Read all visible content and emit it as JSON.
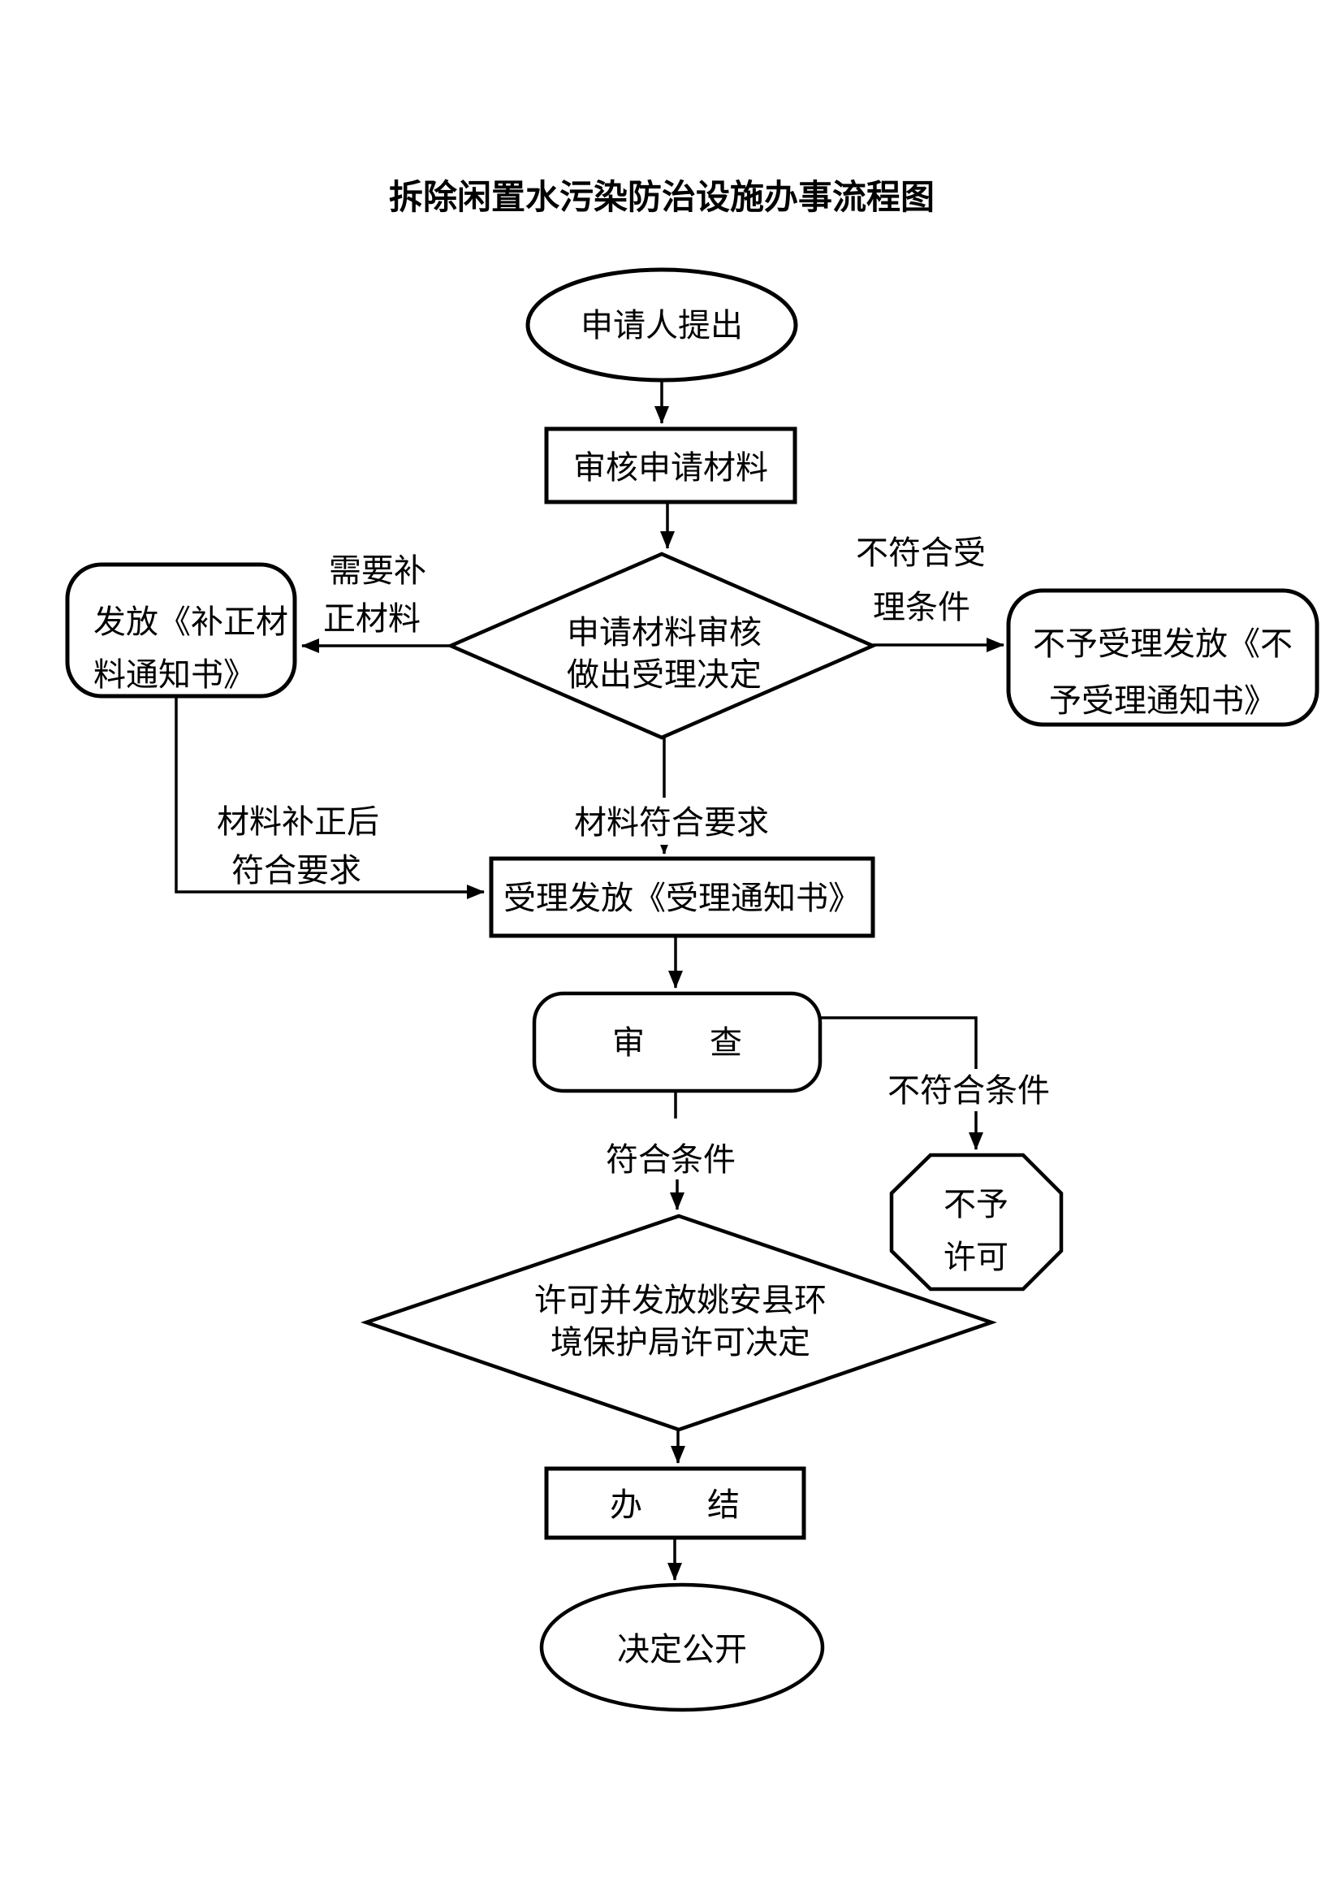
{
  "title": "拆除闲置水污染防治设施办事流程图",
  "nodes": {
    "start": {
      "label": "申请人提出"
    },
    "review_materials": {
      "label": "审核申请材料"
    },
    "acceptance_decision": {
      "line1": "申请材料审核",
      "line2": "做出受理决定"
    },
    "issue_supplement_notice": {
      "line1": "发放《补正材",
      "line2": "料通知书》"
    },
    "reject_notice": {
      "line1": "不予受理发放《不",
      "line2": "予受理通知书》"
    },
    "accept_issue_notice": {
      "label": "受理发放《受理通知书》"
    },
    "review": {
      "label": "审　　查"
    },
    "deny_permit": {
      "line1": "不予",
      "line2": "许可"
    },
    "permit_decision": {
      "line1": "许可并发放姚安县环",
      "line2": "境保护局许可决定"
    },
    "complete": {
      "label": "办　　结"
    },
    "publish": {
      "label": "决定公开"
    }
  },
  "edge_labels": {
    "need_supplement": {
      "line1": "需要补",
      "line2": "正材料"
    },
    "not_meet_acceptance": {
      "line1": "不符合受",
      "line2": "理条件"
    },
    "materials_meet": "材料符合要求",
    "after_supplement": {
      "line1": "材料补正后",
      "line2": "符合要求"
    },
    "meet_conditions": "符合条件",
    "not_meet_conditions": "不符合条件"
  },
  "colors": {
    "stroke": "#000000",
    "background": "#ffffff"
  }
}
